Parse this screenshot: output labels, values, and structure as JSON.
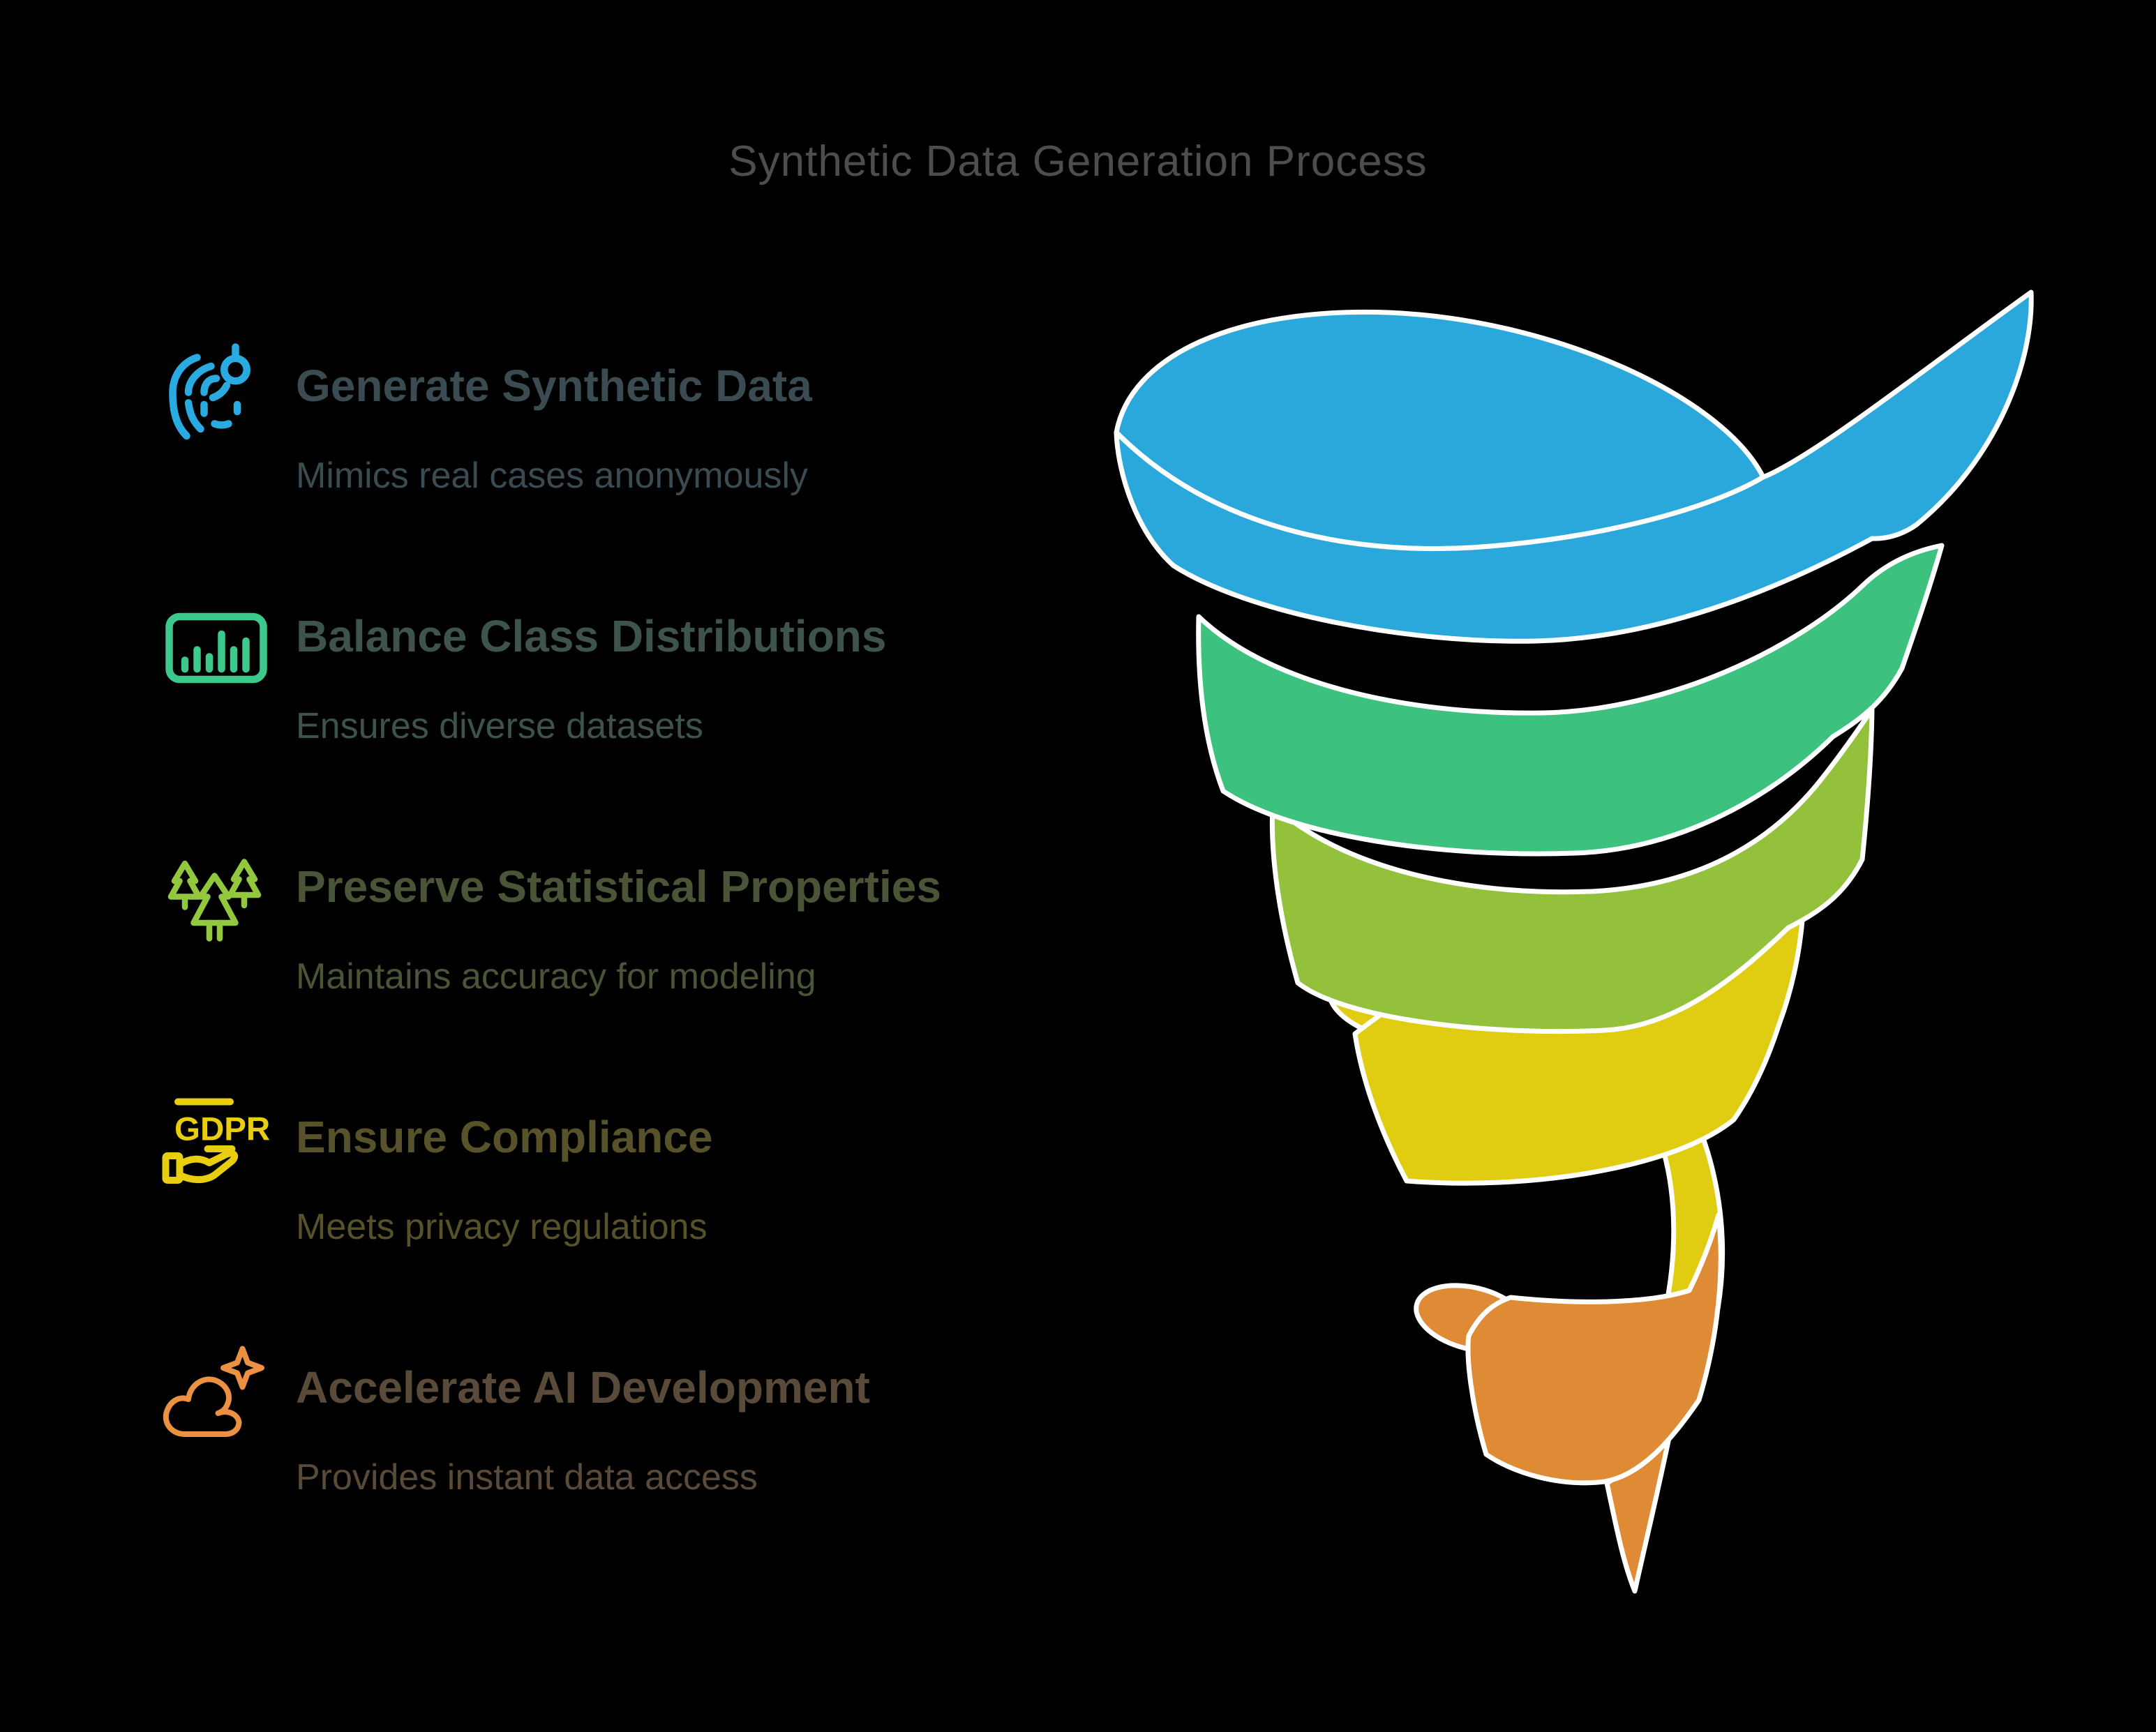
{
  "title": "Synthetic Data Generation Process",
  "title_color": "#4d4d4d",
  "background_color": "#000000",
  "steps": [
    {
      "title": "Generate Synthetic Data",
      "description": "Mimics real cases anonymously",
      "icon": "fingerprint-scan-icon",
      "accent": "#29abe2",
      "text_color": "#3a4b52"
    },
    {
      "title": "Balance Class Distributions",
      "description": "Ensures diverse datasets",
      "icon": "bar-chart-icon",
      "accent": "#3dc98c",
      "text_color": "#3e5349"
    },
    {
      "title": "Preserve Statistical Properties",
      "description": "Maintains accuracy for modeling",
      "icon": "forest-icon",
      "accent": "#92c83d",
      "text_color": "#4a5537"
    },
    {
      "title": "Ensure Compliance",
      "description": "Meets privacy regulations",
      "icon": "gdpr-hand-icon",
      "accent": "#e8ce0e",
      "text_color": "#575229"
    },
    {
      "title": "Accelerate AI Development",
      "description": "Provides instant data access",
      "icon": "cloud-sparkle-icon",
      "accent": "#ec9142",
      "text_color": "#5a4a39"
    }
  ],
  "funnel": {
    "type": "spiral-funnel",
    "stages": [
      {
        "label": "Generate Synthetic Data",
        "color": "#2aa8dc"
      },
      {
        "label": "Balance Class Distributions",
        "color": "#3cc17e"
      },
      {
        "label": "Preserve Statistical Properties",
        "color": "#93c13c"
      },
      {
        "label": "Ensure Compliance",
        "color": "#e0cc11"
      },
      {
        "label": "Accelerate AI Development",
        "color": "#df8b35"
      }
    ]
  },
  "gdpr_icon_text": "GDPR"
}
